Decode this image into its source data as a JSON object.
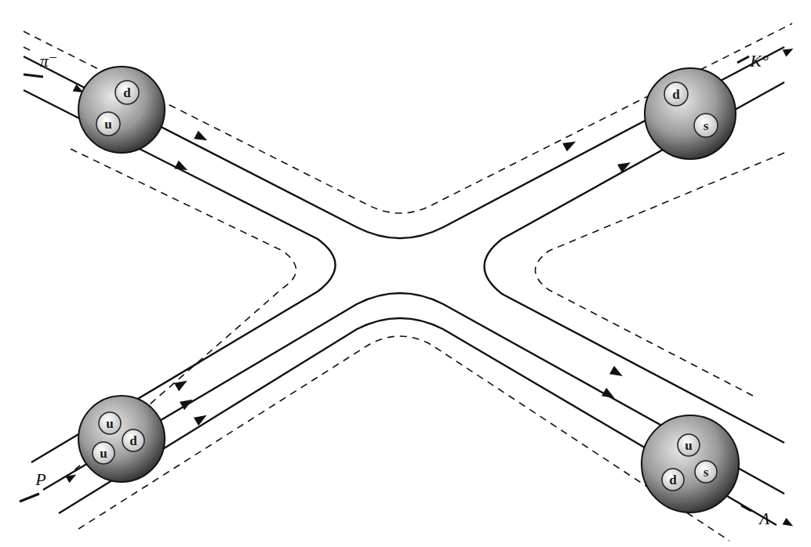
{
  "diagram": {
    "labels": [
      "π⁻",
      "d",
      "u",
      "P",
      "u",
      "u",
      "d",
      "K°",
      "d",
      "s",
      "Λ",
      "u",
      "d",
      "s"
    ]
  }
}
